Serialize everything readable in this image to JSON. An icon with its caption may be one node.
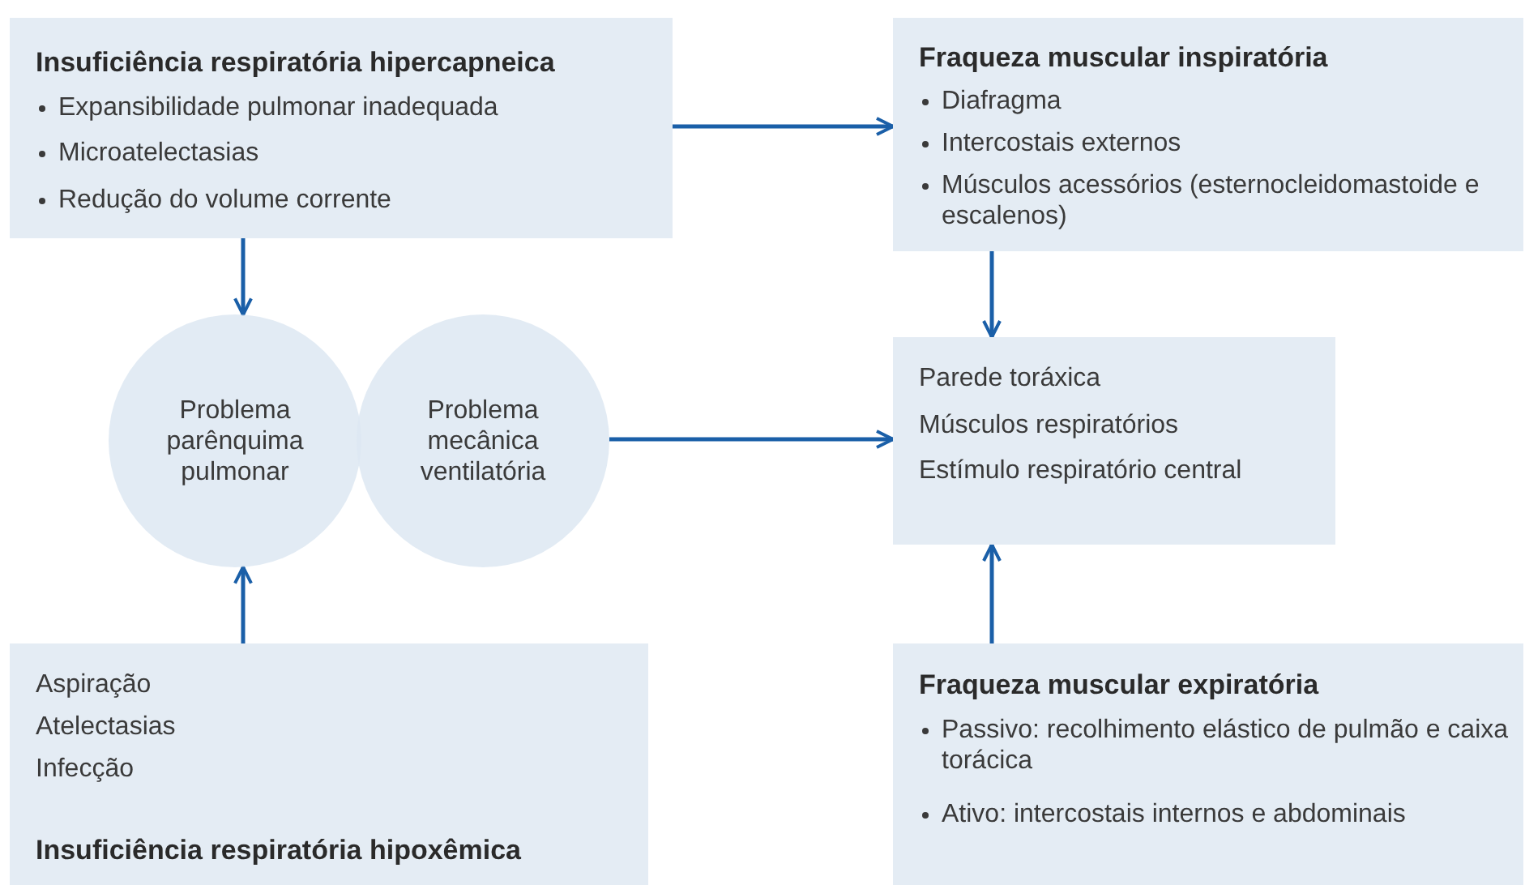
{
  "diagram": {
    "nodes": [
      {
        "text": [
          "Insuficiência respiratória hipercapneica",
          "Expansibilidade pulmonar inadequada",
          "Microatelectasias",
          "Redução do volume corrente"
        ]
      },
      {
        "text": [
          "Problema parênquima pulmonar"
        ]
      },
      {
        "text": [
          "Problema mecânica ventilatória"
        ]
      },
      {
        "text": [
          "Aspiração",
          "Atelectasias",
          "Infecção",
          "Insuficiência respiratória hipoxêmica"
        ]
      },
      {
        "text": [
          "Fraqueza muscular inspiratória",
          "Diafragma",
          "Intercostais externos",
          "Músculos acessórios (esternocleidomastoide e escalenos)"
        ]
      },
      {
        "text": [
          "Parede toráxica",
          "Músculos respiratórios",
          "Estímulo respiratório central"
        ]
      },
      {
        "text": [
          "Fraqueza muscular expiratória",
          "Passivo: recolhimento elástico de pulmão e caixa torácica",
          "Ativo: intercostais internos e abdominais"
        ]
      }
    ],
    "edges": [
      {
        "from": 0,
        "to": 1,
        "arrow": "to"
      },
      {
        "from": 3,
        "to": 1,
        "arrow": "to"
      },
      {
        "from": 0,
        "to": 4,
        "arrow": "to"
      },
      {
        "from": 2,
        "to": 5,
        "arrow": "to"
      },
      {
        "from": 4,
        "to": 5,
        "arrow": "to"
      },
      {
        "from": 6,
        "to": 5,
        "arrow": "to"
      }
    ]
  }
}
